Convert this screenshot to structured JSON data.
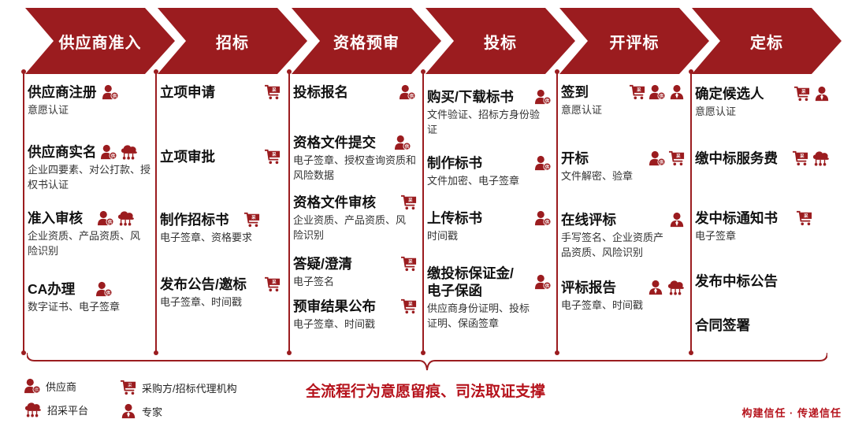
{
  "colors": {
    "brand": "#9b1c1f",
    "accent": "#b5121b"
  },
  "stages": [
    "供应商准入",
    "招标",
    "资格预审",
    "投标",
    "开评标",
    "定标"
  ],
  "columns": [
    {
      "items": [
        {
          "title": "供应商注册",
          "sub": "意愿认证",
          "icons": [
            "supplier-icon"
          ]
        },
        {
          "title": "供应商实名",
          "sub": "企业四要素、对公打款、授权书认证",
          "icons": [
            "supplier-icon",
            "platform-icon"
          ]
        },
        {
          "title": "准入审核",
          "sub": "企业资质、产品资质、风险识别",
          "icons": [
            "supplier-icon",
            "platform-icon"
          ]
        },
        {
          "title": "CA办理",
          "sub": "数字证书、电子签章",
          "icons": [
            "supplier-icon"
          ]
        }
      ]
    },
    {
      "items": [
        {
          "title": "立项申请",
          "sub": "",
          "icons": [
            "purchaser-icon"
          ]
        },
        {
          "title": "立项审批",
          "sub": "",
          "icons": [
            "purchaser-icon"
          ]
        },
        {
          "title": "制作招标书",
          "sub": "电子签章、资格要求",
          "icons": [
            "purchaser-icon"
          ]
        },
        {
          "title": "发布公告/邀标",
          "sub": "电子签章、时间戳",
          "icons": [
            "purchaser-icon"
          ]
        }
      ]
    },
    {
      "items": [
        {
          "title": "投标报名",
          "sub": "",
          "icons": [
            "supplier-icon"
          ]
        },
        {
          "title": "资格文件提交",
          "sub": "电子签章、授权查询资质和风险数据",
          "icons": [
            "supplier-icon"
          ]
        },
        {
          "title": "资格文件审核",
          "sub": "企业资质、产品资质、风险识别",
          "icons": [
            "purchaser-icon"
          ]
        },
        {
          "title": "答疑/澄清",
          "sub": "电子签名",
          "icons": [
            "purchaser-icon"
          ]
        },
        {
          "title": "预审结果公布",
          "sub": "电子签章、时间戳",
          "icons": [
            "purchaser-icon"
          ]
        }
      ]
    },
    {
      "items": [
        {
          "title": "购买/下载标书",
          "sub": "文件验证、招标方身份验证",
          "icons": [
            "supplier-icon"
          ]
        },
        {
          "title": "制作标书",
          "sub": "文件加密、电子签章",
          "icons": [
            "supplier-icon"
          ]
        },
        {
          "title": "上传标书",
          "sub": "时间戳",
          "icons": [
            "supplier-icon"
          ]
        },
        {
          "title": "缴投标保证金/电子保函",
          "sub": "供应商身份证明、投标证明、保函签章",
          "icons": [
            "supplier-icon"
          ]
        }
      ]
    },
    {
      "items": [
        {
          "title": "签到",
          "sub": "意愿认证",
          "icons": [
            "purchaser-icon",
            "supplier-icon",
            "expert-icon"
          ]
        },
        {
          "title": "开标",
          "sub": "文件解密、验章",
          "icons": [
            "supplier-icon",
            "purchaser-icon"
          ]
        },
        {
          "title": "在线评标",
          "sub": "手写签名、企业资质产品资质、风险识别",
          "icons": [
            "expert-icon"
          ]
        },
        {
          "title": "评标报告",
          "sub": "电子签章、时间戳",
          "icons": [
            "expert-icon",
            "platform-icon"
          ]
        }
      ]
    },
    {
      "items": [
        {
          "title": "确定候选人",
          "sub": "意愿认证",
          "icons": [
            "purchaser-icon",
            "expert-icon"
          ]
        },
        {
          "title": "缴中标服务费",
          "sub": "",
          "icons": [
            "purchaser-icon",
            "platform-icon"
          ]
        },
        {
          "title": "发中标通知书",
          "sub": "电子签章",
          "icons": [
            "purchaser-icon"
          ]
        },
        {
          "title": "发布中标公告",
          "sub": "",
          "icons": []
        },
        {
          "title": "合同签署",
          "sub": "",
          "icons": []
        }
      ]
    }
  ],
  "footer": "全流程行为意愿留痕、司法取证支撑",
  "legend": {
    "supplier": "供应商",
    "purchaser": "采购方/招标代理机构",
    "platform": "招采平台",
    "expert": "专家"
  },
  "slogan": "构建信任 · 传递信任"
}
